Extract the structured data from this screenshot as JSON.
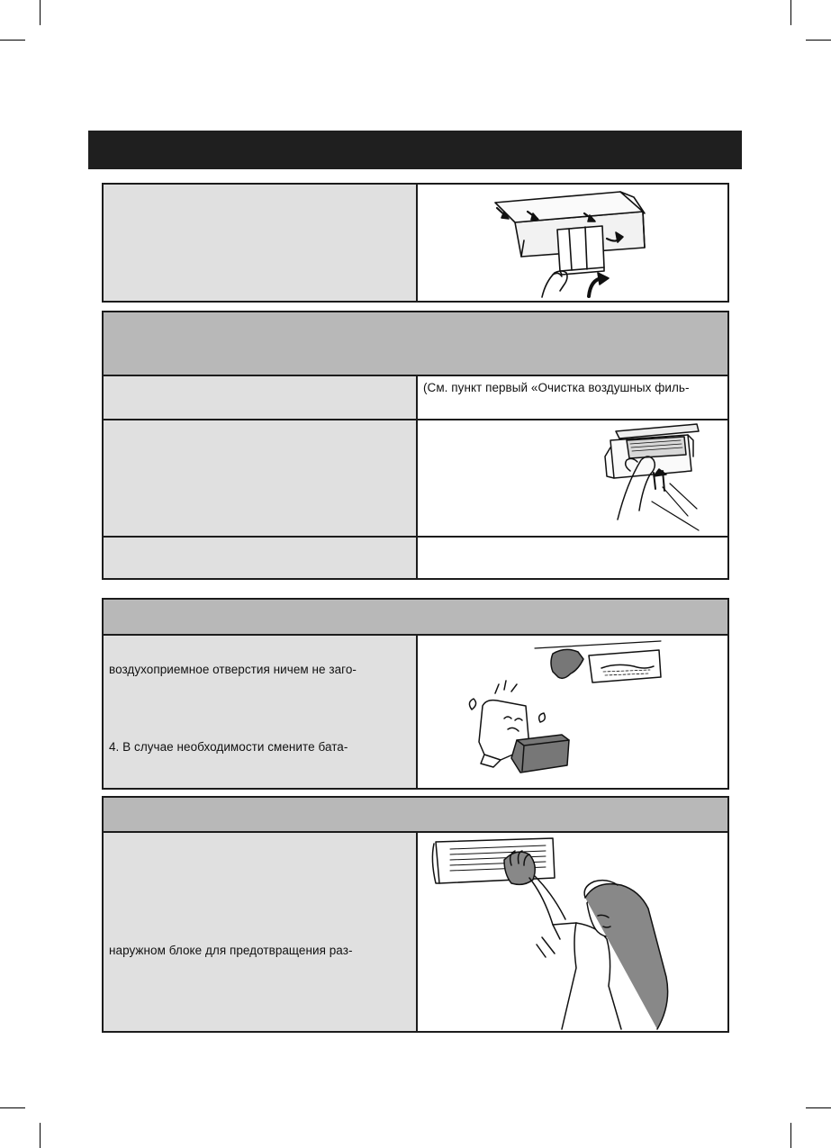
{
  "section2": {
    "right_row1_text": "(См. пункт первый «Очистка воздушных филь-"
  },
  "section3": {
    "line_a": "воздухоприемное отверстия ничем не заго-",
    "line_b": "4. В случае необходимости смените бата-"
  },
  "section4": {
    "line_a": "наружном блоке для предотвращения раз-"
  }
}
